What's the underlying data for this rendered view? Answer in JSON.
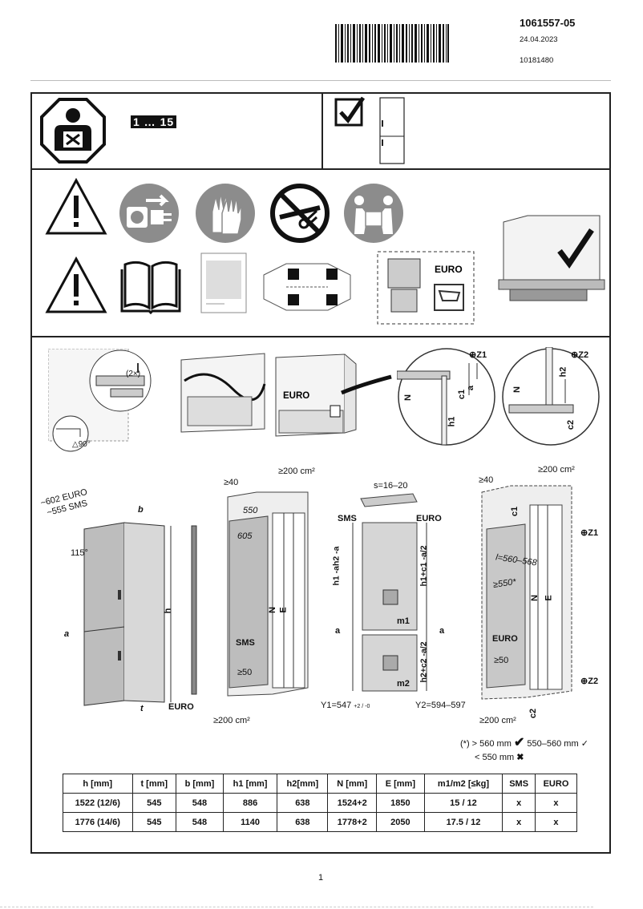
{
  "header": {
    "doc_number": "1061557-05",
    "date": "24.04.2023",
    "code": "10181480"
  },
  "installers": {
    "range": "1 … 15"
  },
  "section3": {
    "angle": "90°",
    "count": "(2×)",
    "euro": "EURO",
    "z1": "Z1",
    "z2": "Z2",
    "n": "N",
    "h1": "h1",
    "h2": "h2",
    "c1": "c1",
    "c2": "c2",
    "a": "a"
  },
  "dims": {
    "door_open": "~602 EURO",
    "door_open2": "~555 SMS",
    "angle115": "115°",
    "b": "b",
    "h": "h",
    "a": "a",
    "t": "t",
    "euro": "EURO",
    "ge40": "≥40",
    "ge200_top": "≥200 cm²",
    "w550": "550",
    "d605": "605",
    "sms": "SMS",
    "ge50": "≥50",
    "ge200_bottom": "≥200 cm²",
    "N": "N",
    "E": "E",
    "s_range": "s=16–20",
    "sms_label": "SMS",
    "euro_label": "EURO",
    "left_expr_top": "h1 -ah2 -a",
    "right_expr_top": "h1+c1 -a/2",
    "m1": "m1",
    "m2": "m2",
    "left_expr_bot": "h2+c2 -a/2",
    "y1": "Y1=547",
    "y1_tol": "+2 / -0",
    "y2": "Y2=594–597",
    "ge40_r": "≥40",
    "ge200_r": "≥200 cm²",
    "l_range": "l=560–568",
    "ge550": "≥550*",
    "euro_r": "EURO",
    "ge50_r": "≥50",
    "ge200_rb": "≥200 cm²",
    "z1": "Z1",
    "z2": "Z2",
    "c1": "c1",
    "c2": "c2"
  },
  "note": {
    "star": "(*)",
    "gt560": "> 560 mm",
    "range": "550–560 mm",
    "lt550": "< 550 mm"
  },
  "table": {
    "headers": [
      "h [mm]",
      "t [mm]",
      "b [mm]",
      "h1 [mm]",
      "h2[mm]",
      "N [mm]",
      "E [mm]",
      "m1/m2 [≤kg]",
      "SMS",
      "EURO"
    ],
    "rows": [
      [
        "1522 (12/6)",
        "545",
        "548",
        "886",
        "638",
        "1524+2",
        "1850",
        "15 / 12",
        "x",
        "x"
      ],
      [
        "1776 (14/6)",
        "545",
        "548",
        "1140",
        "638",
        "1778+2",
        "2050",
        "17.5 / 12",
        "x",
        "x"
      ]
    ]
  },
  "page_number": "1"
}
